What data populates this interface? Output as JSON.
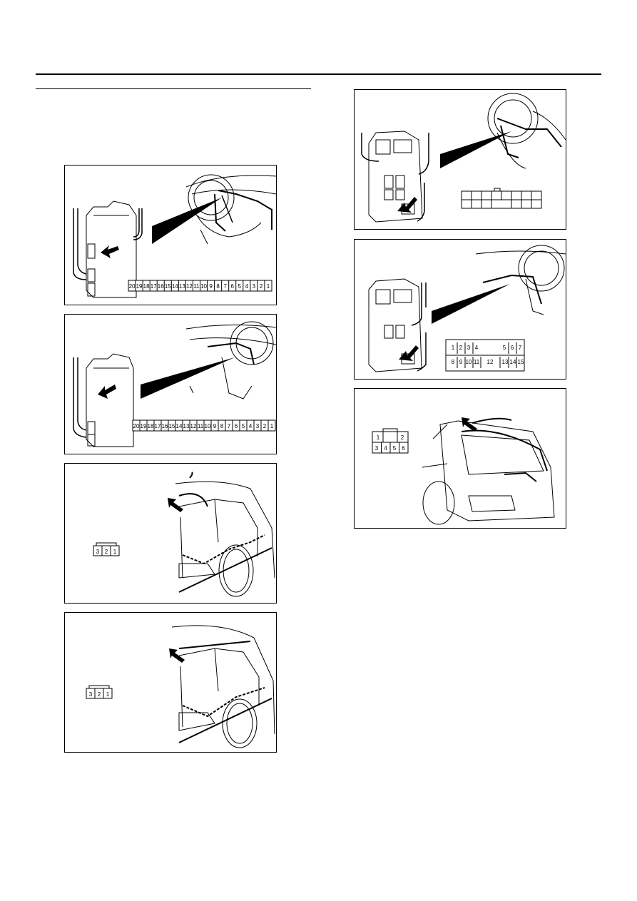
{
  "connectors": {
    "p1_pins": [
      "20",
      "19",
      "18",
      "17",
      "16",
      "15",
      "14",
      "13",
      "12",
      "11",
      "10",
      "9",
      "8",
      "7",
      "6",
      "5",
      "4",
      "3",
      "2",
      "1"
    ],
    "p2_pins": [
      "20",
      "19",
      "18",
      "17",
      "16",
      "15",
      "14",
      "13",
      "12",
      "11",
      "10",
      "9",
      "8",
      "7",
      "6",
      "5",
      "4",
      "3",
      "2",
      "1"
    ],
    "p3_pins": [
      "3",
      "2",
      "1"
    ],
    "p4_pins": [
      "3",
      "2",
      "1"
    ],
    "p6_pins": {
      "row1_left": [
        "1",
        "2",
        "3",
        "4"
      ],
      "row1_right": [
        "5",
        "6",
        "7"
      ],
      "row2_left": [
        "8",
        "9",
        "10",
        "11"
      ],
      "row2_mid": "12",
      "row2_right": [
        "13",
        "14",
        "15"
      ]
    },
    "p7_pins": {
      "top_left": "1",
      "top_right": "2",
      "bottom": [
        "3",
        "4",
        "5",
        "6"
      ]
    }
  }
}
